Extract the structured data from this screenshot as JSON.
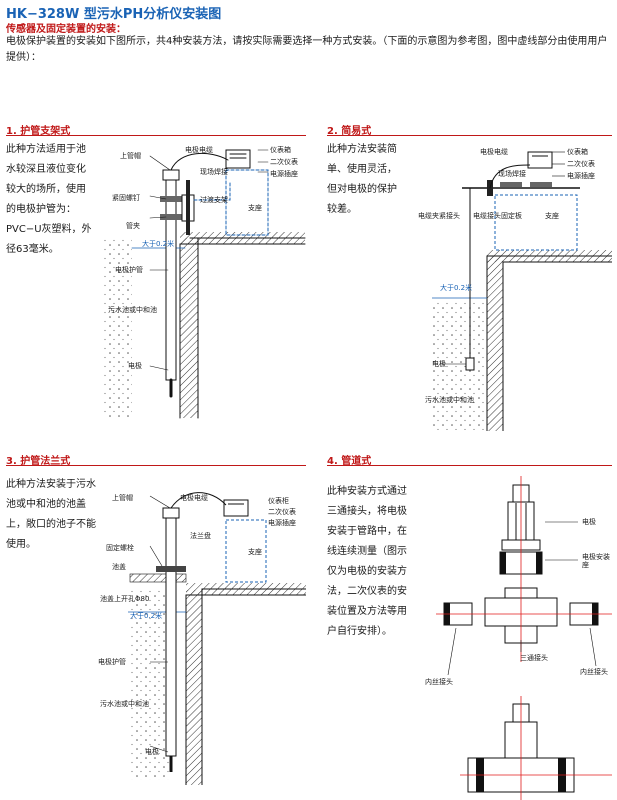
{
  "header": {
    "title": "HK−328W  型污水PH分析仪安装图",
    "subtitle": "传感器及固定装置的安装：",
    "intro": "电极保护装置的安装如下图所示，共4种安装方法，请按实际需要选择一种方式安装。（下面的示意图为参考图，图中虚线部分由使用用户提供）："
  },
  "sections": [
    {
      "heading": "1. 护管支架式",
      "desc": "此种方法适用于池水较深且液位变化较大的场所，使用的电极护管为：PVC−U灰塑料，外径63毫米。",
      "labels": {
        "cap": "上管帽",
        "cable": "电极电缆",
        "box": "仪表箱",
        "transmitter": "二次仪表",
        "socket": "电源插座",
        "weld": "现场焊接",
        "bracket": "过渡支架",
        "clamp_screw": "紧固螺钉",
        "pipe_clamp": "管夹",
        "base": "支座",
        "dist": "大于0.2米",
        "guard": "电极护管",
        "pool": "污水池或中和池",
        "electrode": "电极"
      }
    },
    {
      "heading": "2. 简易式",
      "desc": "此种方法安装简单、使用灵活，但对电极的保护较差。",
      "labels": {
        "cable": "电极电缆",
        "box": "仪表箱",
        "transmitter": "二次仪表",
        "socket": "电源插座",
        "weld": "现场焊接",
        "holder": "电缆夹紧接头",
        "plate": "电缆接头固定板",
        "base": "支座",
        "dist": "大于0.2米",
        "electrode": "电极",
        "pool": "污水池或中和池"
      }
    },
    {
      "heading": "3. 护管法兰式",
      "desc": "此种方法安装于污水池或中和池的池盖上，敞口的池子不能使用。",
      "labels": {
        "cap": "上管帽",
        "cable": "电极电缆",
        "box": "仪表柜",
        "transmitter": "二次仪表",
        "socket": "电源插座",
        "fix_bolt": "固定螺栓",
        "flange": "法兰盘",
        "cover": "池盖",
        "hole": "池盖上开孔Φ80",
        "base": "支座",
        "dist": "大于0.2米",
        "guard": "电极护管",
        "pool": "污水池或中和池",
        "electrode": "电极"
      }
    },
    {
      "heading": "4. 管道式",
      "desc": "此种安装方式通过三通接头，将电极安装于管路中，在线连续测量（图示仅为电极的安装方法，二次仪表的安装位置及方法等用户自行安排）。",
      "labels": {
        "electrode": "电极",
        "seat": "电极安装座",
        "tee": "三通接头",
        "thread_left": "内丝接头",
        "thread_right": "内丝接头"
      }
    }
  ],
  "colors": {
    "title": "#1a63b5",
    "heading": "#c01818",
    "line": "#1a63b5"
  }
}
